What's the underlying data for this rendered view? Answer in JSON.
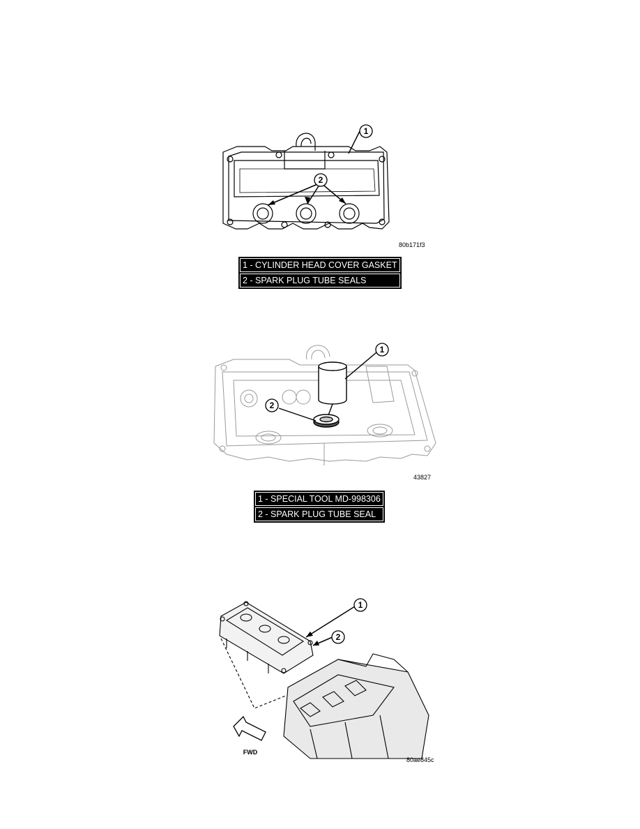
{
  "figures": [
    {
      "code": "80b171f3",
      "callouts": [
        "1",
        "2"
      ],
      "legend": [
        "1 - CYLINDER HEAD COVER GASKET",
        "2 - SPARK PLUG TUBE SEALS"
      ]
    },
    {
      "code": "43827",
      "callouts": [
        "1",
        "2"
      ],
      "legend": [
        "1 - SPECIAL TOOL MD-998306",
        "2 - SPARK PLUG TUBE SEAL"
      ]
    },
    {
      "code": "80ae845c",
      "callouts": [
        "1",
        "2"
      ],
      "direction_label": "FWD"
    }
  ]
}
